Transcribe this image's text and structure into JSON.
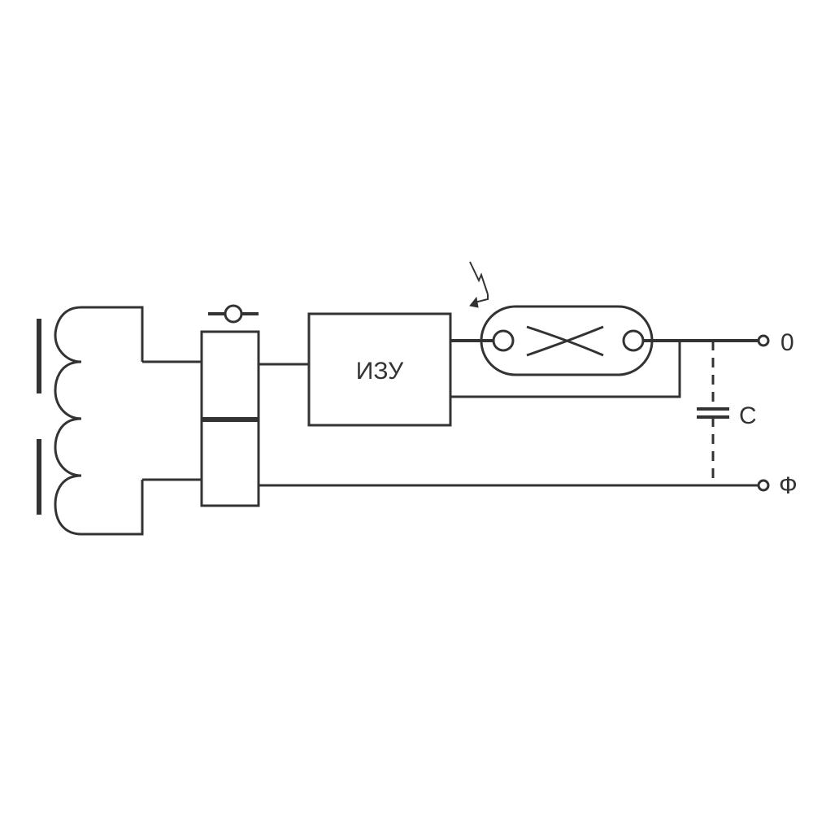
{
  "diagram": {
    "ignition_unit_label": "ИЗУ",
    "terminal_neutral_label": "0",
    "terminal_phase_label": "Ф",
    "capacitor_label": "С"
  },
  "colors": {
    "line": "#333333",
    "background": "#ffffff"
  }
}
